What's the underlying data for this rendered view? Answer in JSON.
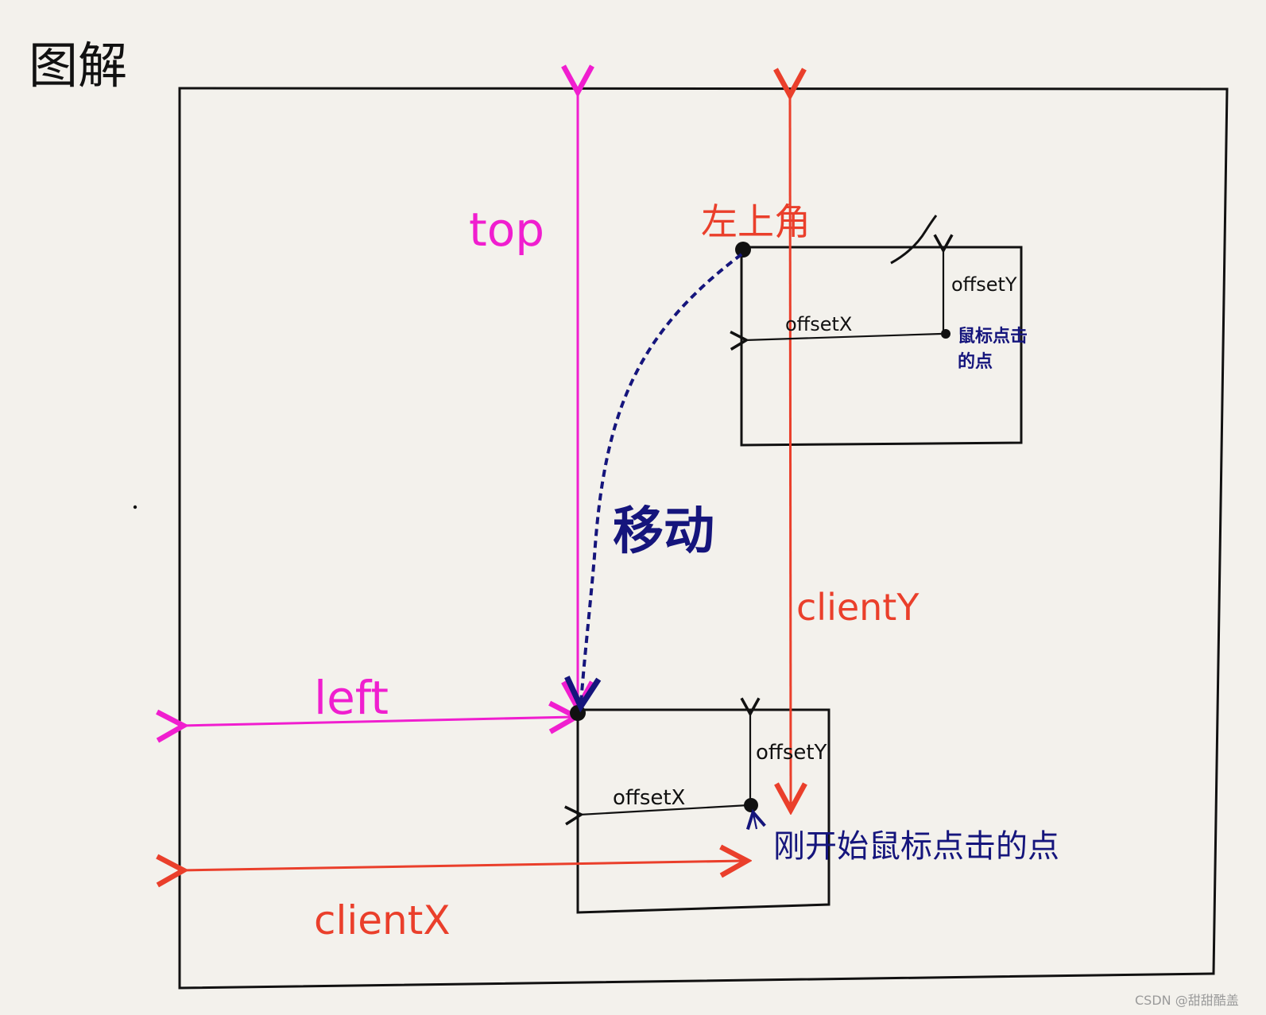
{
  "title": "图解",
  "labels": {
    "top": "top",
    "left": "left",
    "client_x": "clientX",
    "client_y": "clientY",
    "top_left_corner": "左上角",
    "move": "移动",
    "offset_x": "offsetX",
    "offset_y": "offsetY",
    "click_point_line1": "鼠标点击",
    "click_point_line2": "的点",
    "initial_click_point": "刚开始鼠标点击的点"
  },
  "watermark": "CSDN @甜甜酷盖",
  "colors": {
    "background": "#f3f1ec",
    "outline": "#111111",
    "magenta": "#f01ecf",
    "red": "#ea3f2b",
    "navy": "#15157c"
  }
}
